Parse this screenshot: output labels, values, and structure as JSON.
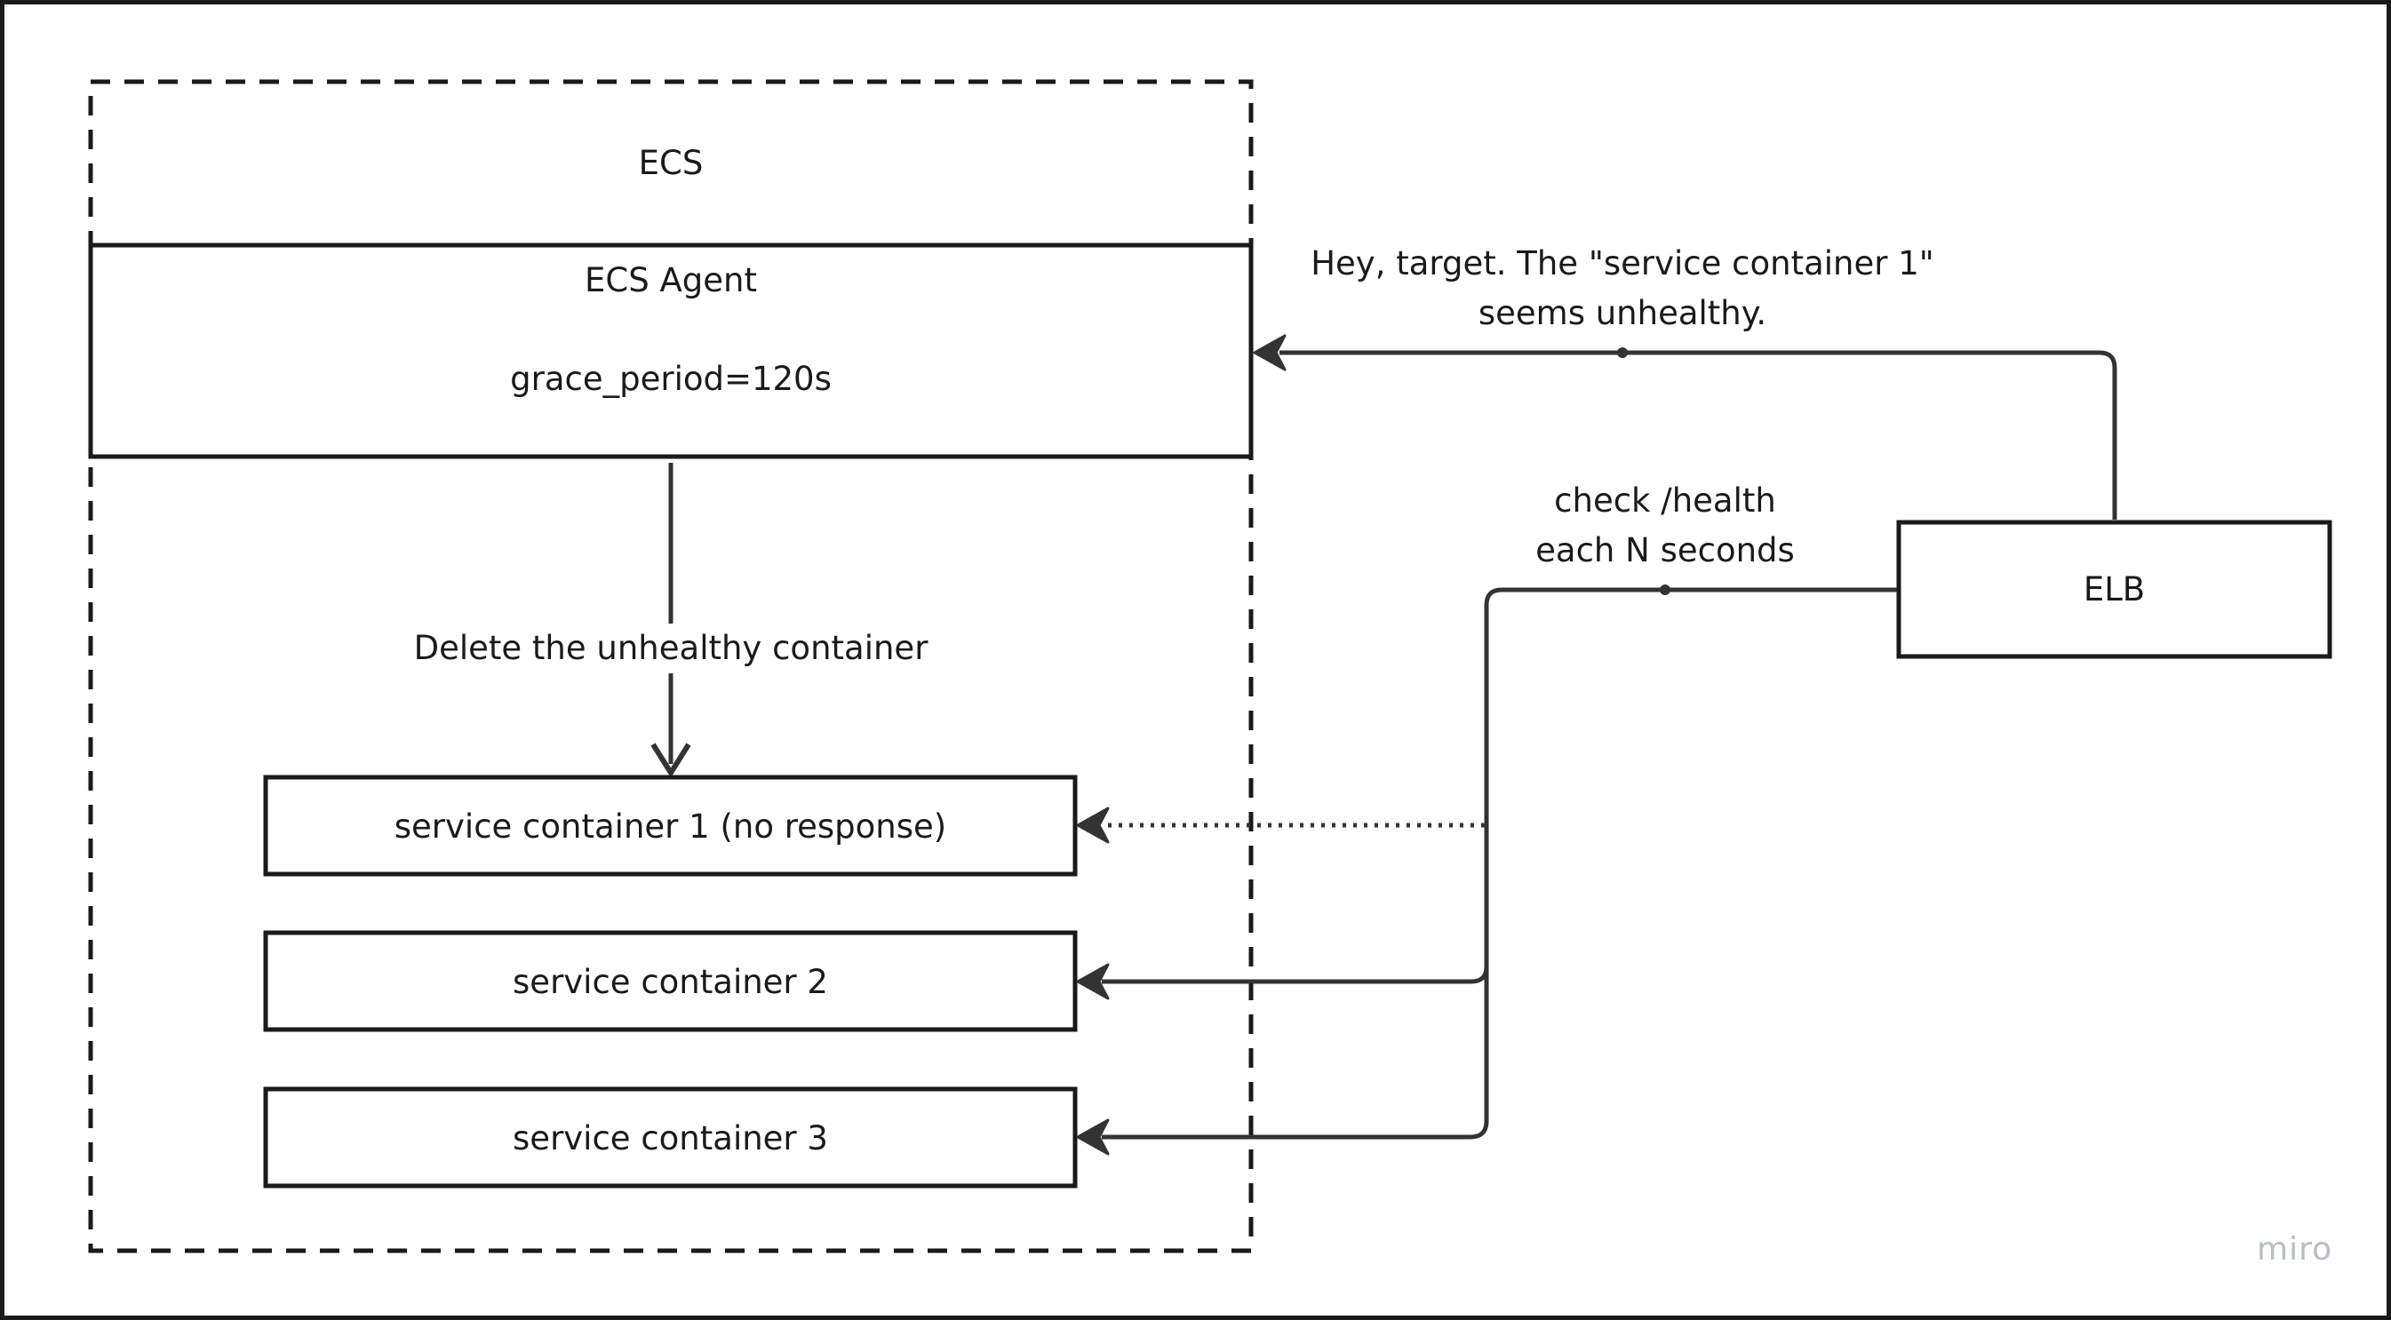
{
  "diagram": {
    "ecs_label": "ECS",
    "agent": {
      "title": "ECS Agent",
      "setting": "grace_period=120s"
    },
    "delete_label": "Delete the unhealthy container",
    "containers": [
      "service container 1 (no response)",
      "service container 2",
      "service container 3"
    ],
    "elb_label": "ELB",
    "health_check_label": [
      "check /health",
      "each N seconds"
    ],
    "notify_label": [
      "Hey, target. The \"service container 1\"",
      "seems unhealthy."
    ],
    "watermark": "miro"
  },
  "colors": {
    "stroke": "#333333",
    "text": "#1a1a1a",
    "watermark": "#b8bcc4",
    "background": "#ffffff"
  }
}
